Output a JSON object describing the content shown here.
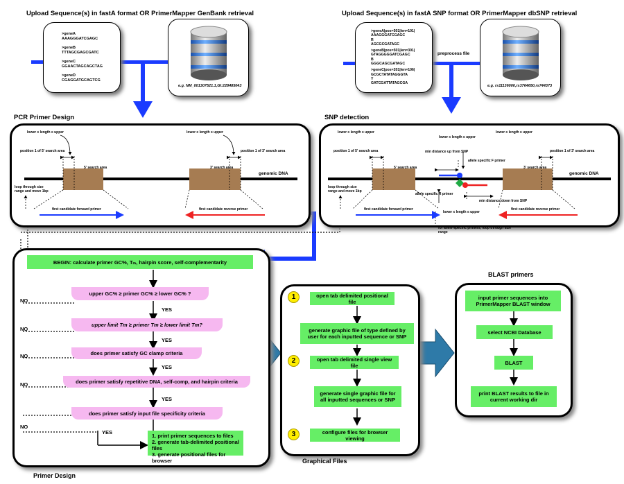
{
  "header_left": "Upload Sequence(s) in fastA format    OR    PrimerMapper GenBank retrieval",
  "header_right": "Upload Sequence(s) in fastA SNP format    OR    PrimerMapper dbSNP retrieval",
  "fasta_left": [
    "&gt;geneA",
    "AAAGGGATCGAGC",
    "&gt;geneB",
    "TTTAGCGAGCGATC",
    "&gt;geneC",
    "GGAACTAGCAGCTAG",
    "&gt;geneD",
    "CGAGGATGCAGTCG"
  ],
  "fasta_left_blocks": [
    [
      ">geneA",
      "AAAGGGATCGAGC"
    ],
    [
      ">geneB",
      "TTTAGCGAGCGATC"
    ],
    [
      ">geneC",
      "GGAACTAGCAGCTAG"
    ],
    [
      ">geneD",
      "CGAGGATGCAGTCG"
    ]
  ],
  "fasta_right_blocks": [
    [
      ">geneA|pos=501|len=101|",
      "AAAGGGATCGAGC",
      "R",
      "AGCGCGATAGC"
    ],
    [
      ">geneB|pos=501|len=301|",
      "GTAGGGGGATCGAGC",
      "B",
      "GGGCAGCGATAGC"
    ],
    [
      ">geneC|pos=201|len=106|",
      "GCGCTATATAGGGTA",
      "Y",
      "GATCGATTATAGCGA"
    ]
  ],
  "db_left_example": "e.g. NM_001307521.1,GI:228485043",
  "db_right_example": "e.g. rs11136000,rs3764650,rs744373",
  "preprocess_label": "preprocess file",
  "pcr_title": "PCR Primer Design",
  "snp_title": "SNP detection",
  "pcr": {
    "length_label": "lower ≤ length ≤ upper",
    "length_label_2": "lower ≤ length ≤ upper",
    "pos5": "position 1 of 5' search area",
    "pos3": "position 1 of 3' search area",
    "area5": "5' search area",
    "area3": "3' search area",
    "genomic": "genomic DNA",
    "loop": "loop through size range and move 1bp",
    "fwd": "first candidate forward primer",
    "rev": "first candidate reverse primer"
  },
  "snp": {
    "length_label": "lower ≤ length ≤ upper",
    "length_label_mid": "lower ≤ length ≤ upper",
    "length_label_3": "lower ≤ length ≤ upper",
    "length_label_bottom": "lower ≤ length ≤ upper",
    "pos5": "position 1 of 5' search area",
    "pos3": "position 1 of 3' search area",
    "min_up": "min distance up from SNP",
    "allele_f": "allele specific F primer",
    "allele_r": "allele specific R primer",
    "min_down": "min distance down from SNP",
    "area5": "5' search area",
    "area3": "3' search area",
    "genomic": "genomic DNA",
    "loop": "loop through size range and move 1bp",
    "fwd": "first candidate forward primer",
    "rev": "first candidate reverse primer",
    "allele_loop": "for allele-specific primers, loop through size range"
  },
  "design": {
    "begin": "BEGIN: calculate primer GC%, Tₘ, hairpin score, self-complementarity",
    "q1": "upper GC% ≥ primer GC% ≥ lower GC% ?",
    "q2": "upper limit Tm ≥ primer Tm ≥ lower limit Tm?",
    "q3": "does primer satisfy GC clamp criteria",
    "q4": "does primer satisfy repetitive DNA, self-comp, and hairpin criteria",
    "q5": "does primer satisfy input file specificity criteria",
    "no": "NO",
    "yes": "YES",
    "final": [
      "1. print primer sequences to files",
      "2. generate tab-delimited positional files",
      "3. generate positional files for browser"
    ],
    "caption": "Primer Design"
  },
  "graphical": {
    "n1": "1",
    "n2": "2",
    "n3": "3",
    "s1": "open tab delimited positional file",
    "s2": "generate graphic file of type defined by user for each inputted sequence or SNP",
    "s3": "open tab delimited single view file",
    "s4": "generate single graphic file for all inputted sequences or SNP",
    "s5": "configure files for browser viewing",
    "caption": "Graphical Files"
  },
  "blast": {
    "title": "BLAST primers",
    "s1": "input primer sequences into PrimerMapper BLAST window",
    "s2": "select NCBI Database",
    "s3": "BLAST",
    "s4": "print BLAST results to file in current working dir"
  },
  "colors": {
    "arrow_blue": "#1a3bff",
    "box_green": "#66ee66",
    "box_pink": "#f6b8f0",
    "block_brown": "#a67c52",
    "fwd_blue": "#1a3bff",
    "rev_red": "#ee2222",
    "teal_arrow": "#2e7aa8"
  }
}
